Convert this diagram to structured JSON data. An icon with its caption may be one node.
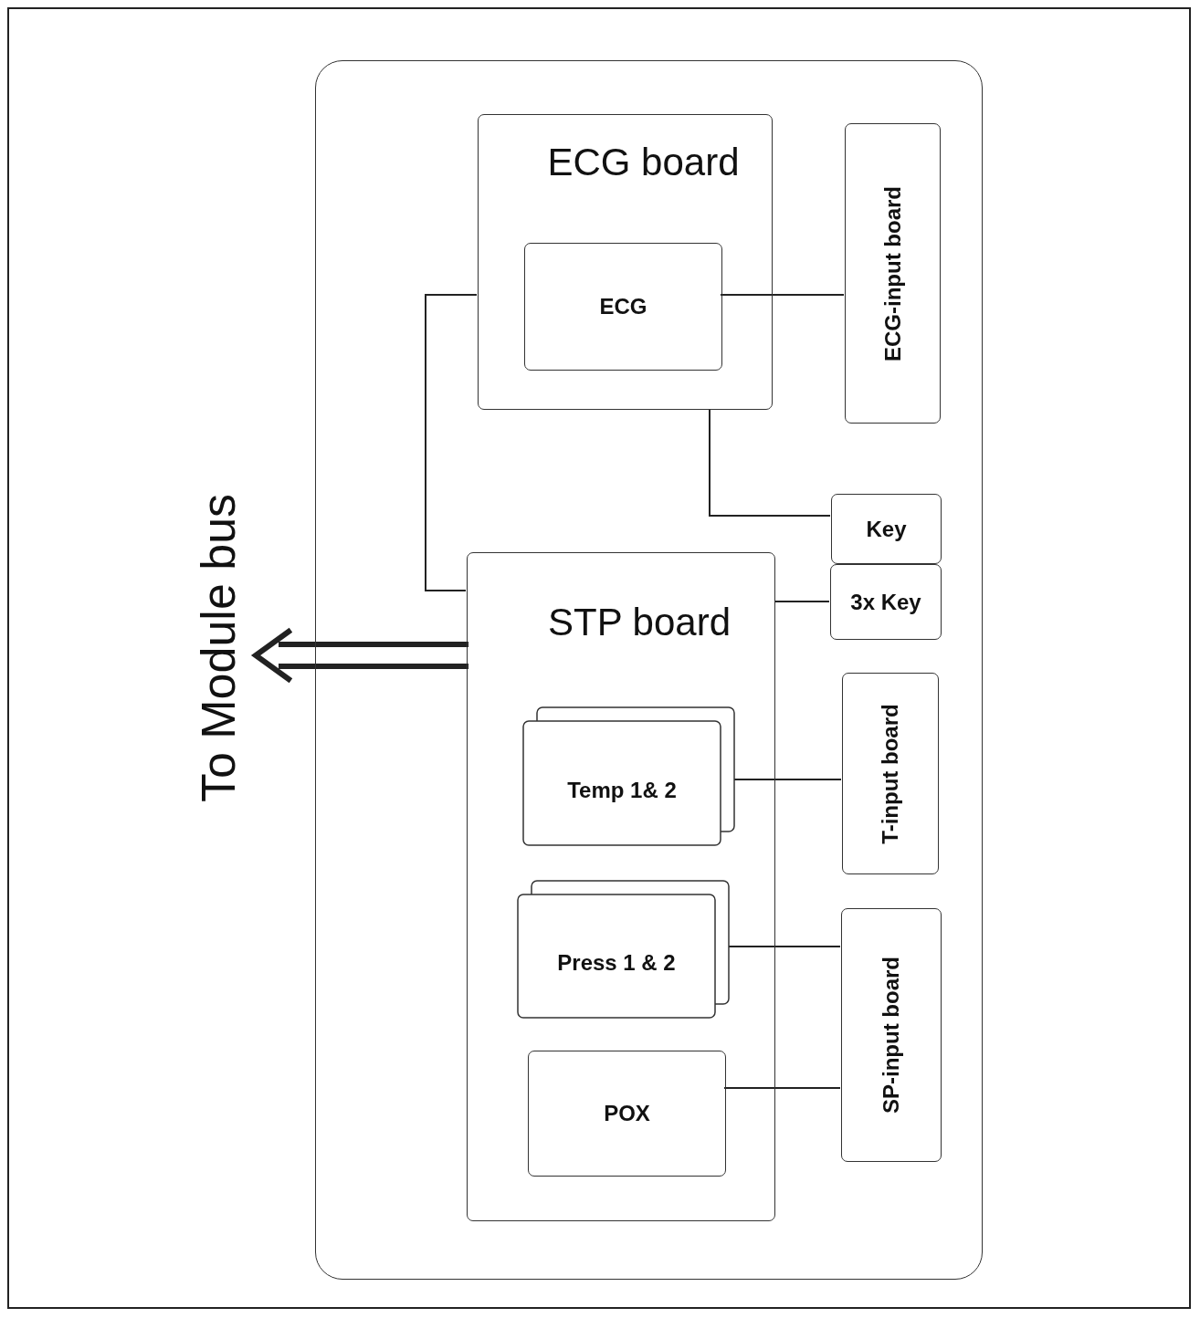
{
  "diagram": {
    "nodes": [
      {
        "text": [],
        "shape": "box"
      },
      {
        "text": [
          "ECG board"
        ],
        "in": 0
      },
      {
        "text": [
          "ECG"
        ],
        "in": 1
      },
      {
        "text": [
          "ECG-input board"
        ],
        "in": 0
      },
      {
        "text": [
          "Key"
        ],
        "in": 0
      },
      {
        "text": [
          "3x Key"
        ],
        "in": 0
      },
      {
        "text": [
          "STP board"
        ],
        "in": 0
      },
      {
        "text": [
          "Temp 1& 2"
        ],
        "in": 6
      },
      {
        "text": [
          "Press 1 & 2"
        ],
        "in": 6
      },
      {
        "text": [
          "POX"
        ],
        "in": 6
      },
      {
        "text": [
          "T-input board"
        ],
        "in": 0
      },
      {
        "text": [
          "SP-input board"
        ],
        "in": 0
      },
      {
        "text": [
          "To Module bus"
        ]
      }
    ],
    "edges": [
      {
        "from": 2,
        "to": 3,
        "arrow": "none"
      },
      {
        "from": 1,
        "to": 4,
        "arrow": "none"
      },
      {
        "from": 1,
        "to": 6,
        "arrow": "none"
      },
      {
        "from": 6,
        "to": 5,
        "arrow": "none"
      },
      {
        "from": 6,
        "to": 12,
        "arrow": "to",
        "style": "thick"
      },
      {
        "from": 7,
        "to": 10,
        "arrow": "none"
      },
      {
        "from": 8,
        "to": 11,
        "arrow": "none"
      },
      {
        "from": 9,
        "to": 11,
        "arrow": "none"
      }
    ]
  }
}
